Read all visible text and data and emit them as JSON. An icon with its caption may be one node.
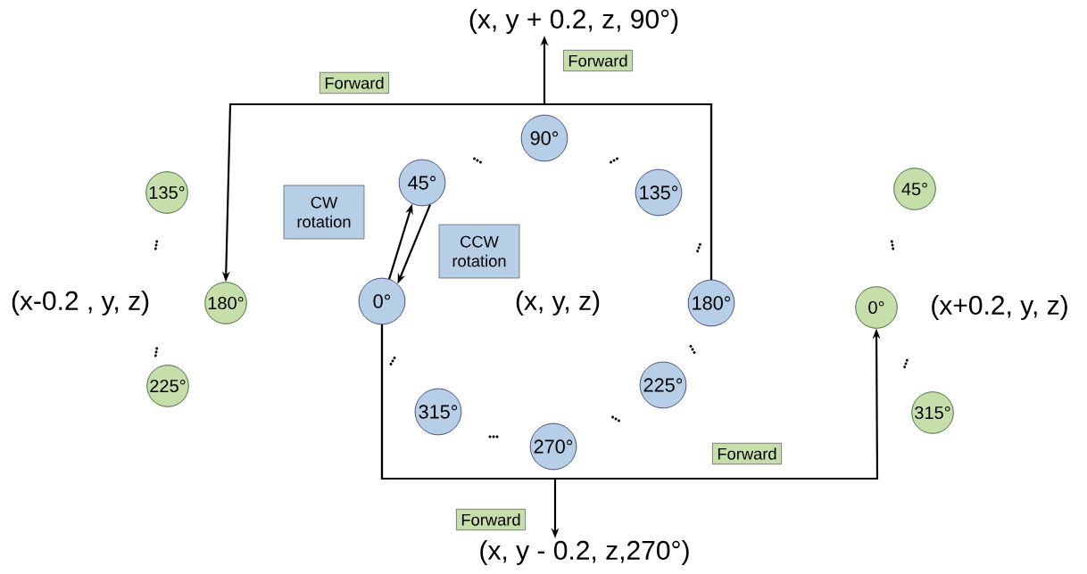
{
  "diagram": {
    "nodes": [
      {
        "text": [
          "(x, y + 0.2, z, 90°)"
        ]
      },
      {
        "text": [
          "90°"
        ]
      },
      {
        "text": [
          "45°"
        ]
      },
      {
        "text": [
          "135°"
        ]
      },
      {
        "text": [
          "135°"
        ]
      },
      {
        "text": [
          "45°"
        ]
      },
      {
        "text": [
          "180°"
        ]
      },
      {
        "text": [
          "0°"
        ]
      },
      {
        "text": [
          "180°"
        ]
      },
      {
        "text": [
          "0°"
        ]
      },
      {
        "text": [
          "225°"
        ]
      },
      {
        "text": [
          "225°"
        ]
      },
      {
        "text": [
          "315°"
        ]
      },
      {
        "text": [
          "315°"
        ]
      },
      {
        "text": [
          "270°"
        ]
      },
      {
        "text": [
          "(x, y - 0.2, z,270°)"
        ]
      }
    ],
    "edges": [
      {
        "from": 8,
        "to": 6,
        "arrow": "to",
        "label": "Forward"
      },
      {
        "from": 8,
        "to": 0,
        "arrow": "to",
        "label": "Forward"
      },
      {
        "from": 7,
        "to": 2,
        "arrow": "to",
        "label": "CW rotation"
      },
      {
        "from": 2,
        "to": 7,
        "arrow": "to",
        "label": "CCW rotation"
      },
      {
        "from": 7,
        "to": 9,
        "arrow": "to",
        "label": "Forward"
      },
      {
        "from": 7,
        "to": 15,
        "arrow": "to",
        "label": "Forward"
      }
    ],
    "labels": [
      "(x-0.2 , y, z)",
      "(x, y, z)",
      "(x+0.2, y, z)"
    ]
  }
}
